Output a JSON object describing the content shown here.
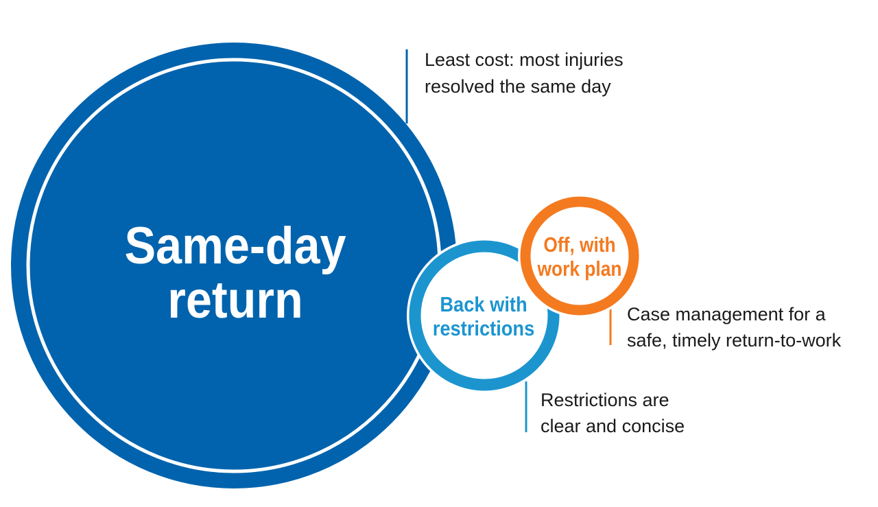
{
  "colors": {
    "dark_blue": "#0163ad",
    "light_blue": "#1c95cf",
    "orange": "#f47a20",
    "text": "#1a1a1a",
    "white": "#ffffff"
  },
  "circles": {
    "same_day": {
      "line1": "Same-day",
      "line2": "return"
    },
    "back_with_restrictions": {
      "line1": "Back with",
      "line2": "restrictions"
    },
    "off_with_work_plan": {
      "line1": "Off, with",
      "line2": "work plan"
    }
  },
  "callouts": {
    "least_cost": {
      "line1": "Least cost: most injuries",
      "line2": "resolved the same day"
    },
    "case_management": {
      "line1": "Case management for a",
      "line2": "safe, timely return-to-work"
    },
    "restrictions_clear": {
      "line1": "Restrictions are",
      "line2": "clear and concise"
    }
  }
}
